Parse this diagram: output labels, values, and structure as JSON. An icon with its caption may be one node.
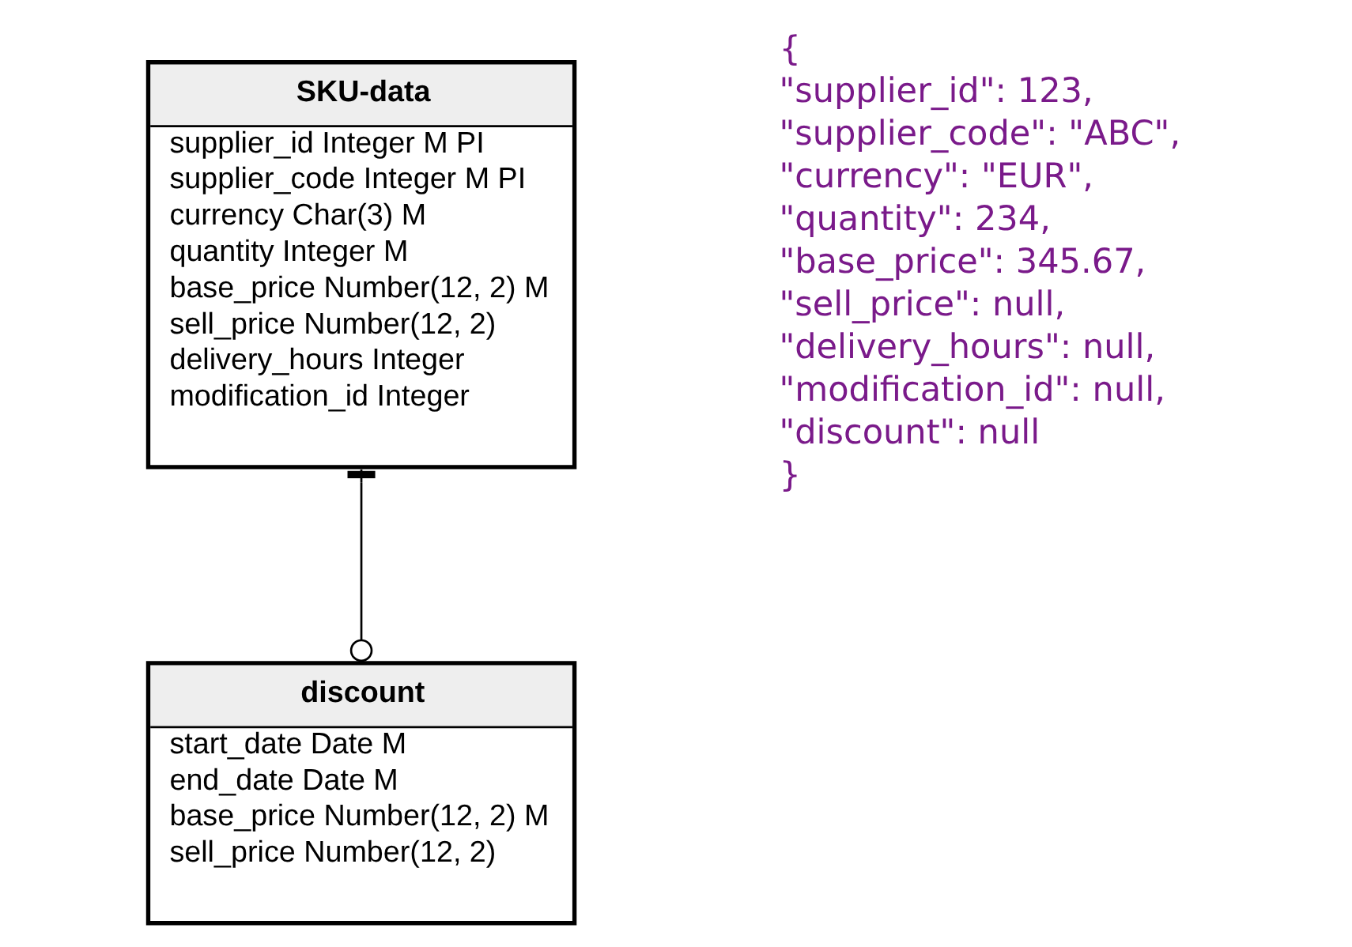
{
  "diagram": {
    "nodes": [
      {
        "text": [
          "SKU-data",
          "supplier_id Integer M PI",
          "supplier_code Integer M PI",
          "currency Char(3) M",
          "quantity Integer M",
          "base_price Number(12, 2) M",
          "sell_price Number(12, 2)",
          "delivery_hours Integer",
          "modification_id Integer"
        ]
      },
      {
        "text": [
          "discount",
          "start_date Date M",
          "end_date Date M",
          "base_price Number(12, 2) M",
          "sell_price Number(12, 2)"
        ]
      }
    ],
    "edges": [
      {
        "from": 0,
        "to": 1,
        "arrow": "other"
      }
    ],
    "labels": [
      "{",
      "\"supplier_id\": 123,",
      "\"supplier_code\": \"ABC\",",
      "\"currency\": \"EUR\",",
      "\"quantity\": 234,",
      "\"base_price\": 345.67,",
      "\"sell_price\": null,",
      "\"delivery_hours\": null,",
      "\"modification_id\": null,",
      "\"discount\": null",
      "}"
    ]
  }
}
